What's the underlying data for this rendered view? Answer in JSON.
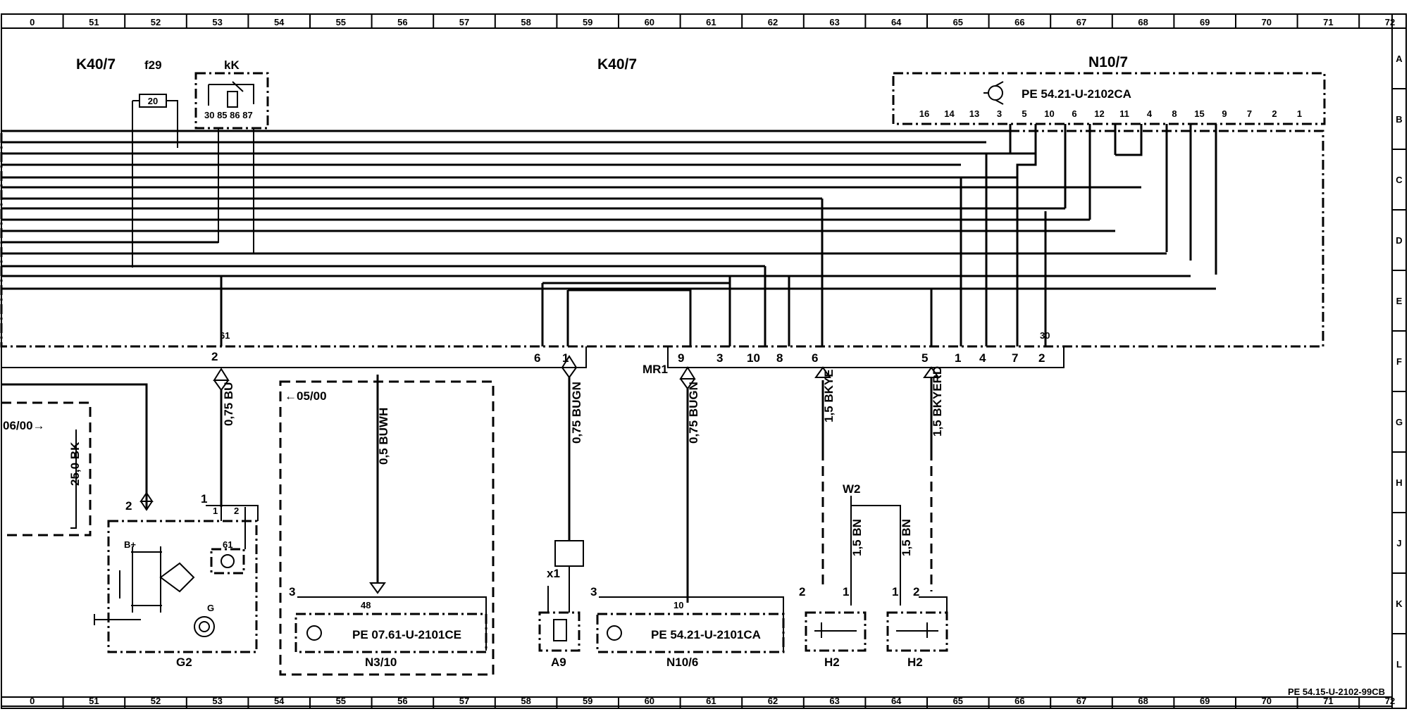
{
  "ruler": {
    "columns": [
      "0",
      "51",
      "52",
      "53",
      "54",
      "55",
      "56",
      "57",
      "58",
      "59",
      "60",
      "61",
      "62",
      "63",
      "64",
      "65",
      "66",
      "67",
      "68",
      "69",
      "70",
      "71",
      "72"
    ],
    "rows": [
      "A",
      "B",
      "C",
      "D",
      "E",
      "F",
      "G",
      "H",
      "J",
      "K",
      "L"
    ]
  },
  "components": {
    "k40_7_left": "K40/7",
    "f29": "f29",
    "kk": "kK",
    "fuse_value": "20",
    "relay_pins": [
      "30",
      "85",
      "86",
      "87"
    ],
    "k40_7_center": "K40/7",
    "n10_7": "N10/7",
    "n10_7_ref": "PE 54.21-U-2102CA",
    "n10_7_pins": [
      "16",
      "14",
      "13",
      "3",
      "5",
      "10",
      "6",
      "12",
      "11",
      "4",
      "8",
      "15",
      "9",
      "7",
      "2",
      "1"
    ],
    "mr1": "MR1",
    "g2": "G2",
    "n3_10": "N3/10",
    "n3_10_ref": "PE 07.61-U-2101CE",
    "a9": "A9",
    "n10_6": "N10/6",
    "n10_6_ref": "PE 54.21-U-2101CA",
    "h2_left": "H2",
    "h2_right": "H2",
    "w2": "W2",
    "x1": "x1"
  },
  "notes": {
    "from_0500": "←05/00",
    "until_0600": "06/00→",
    "sheet_ref": "PE 54.15-U-2102-99CB"
  },
  "wires": {
    "w_075bu": "0,75 BU",
    "w_05buwh": "0,5 BUWH",
    "w_075bugn_a": "0,75 BUGN",
    "w_075bugn_b": "0,75 BUGN",
    "w_15bkye": "1,5 BKYE",
    "w_15bkyerd": "1,5 BKYERD",
    "w_250bk": "25,0 BK",
    "w_15bn_a": "1,5 BN",
    "w_15bn_b": "1,5 BN"
  },
  "pins": {
    "p61": "61",
    "p2": "2",
    "p6a": "6",
    "p1a": "1",
    "p9": "9",
    "p3a": "3",
    "p10a": "10",
    "p8a": "8",
    "p6b": "6",
    "p5": "5",
    "p1b": "1",
    "p4": "4",
    "p7": "7",
    "p2b": "2",
    "p30": "30",
    "g2_2": "2",
    "g2_1": "1",
    "g2_1b": "1",
    "g2_2b": "2",
    "g2_61": "61",
    "g2_g": "G",
    "g2_b": "B+",
    "n3_3": "3",
    "n3_48": "48",
    "n10_6_3": "3",
    "n10_6_10": "10",
    "h2l_2": "2",
    "h2l_1": "1",
    "h2r_1": "1",
    "h2r_2": "2"
  }
}
